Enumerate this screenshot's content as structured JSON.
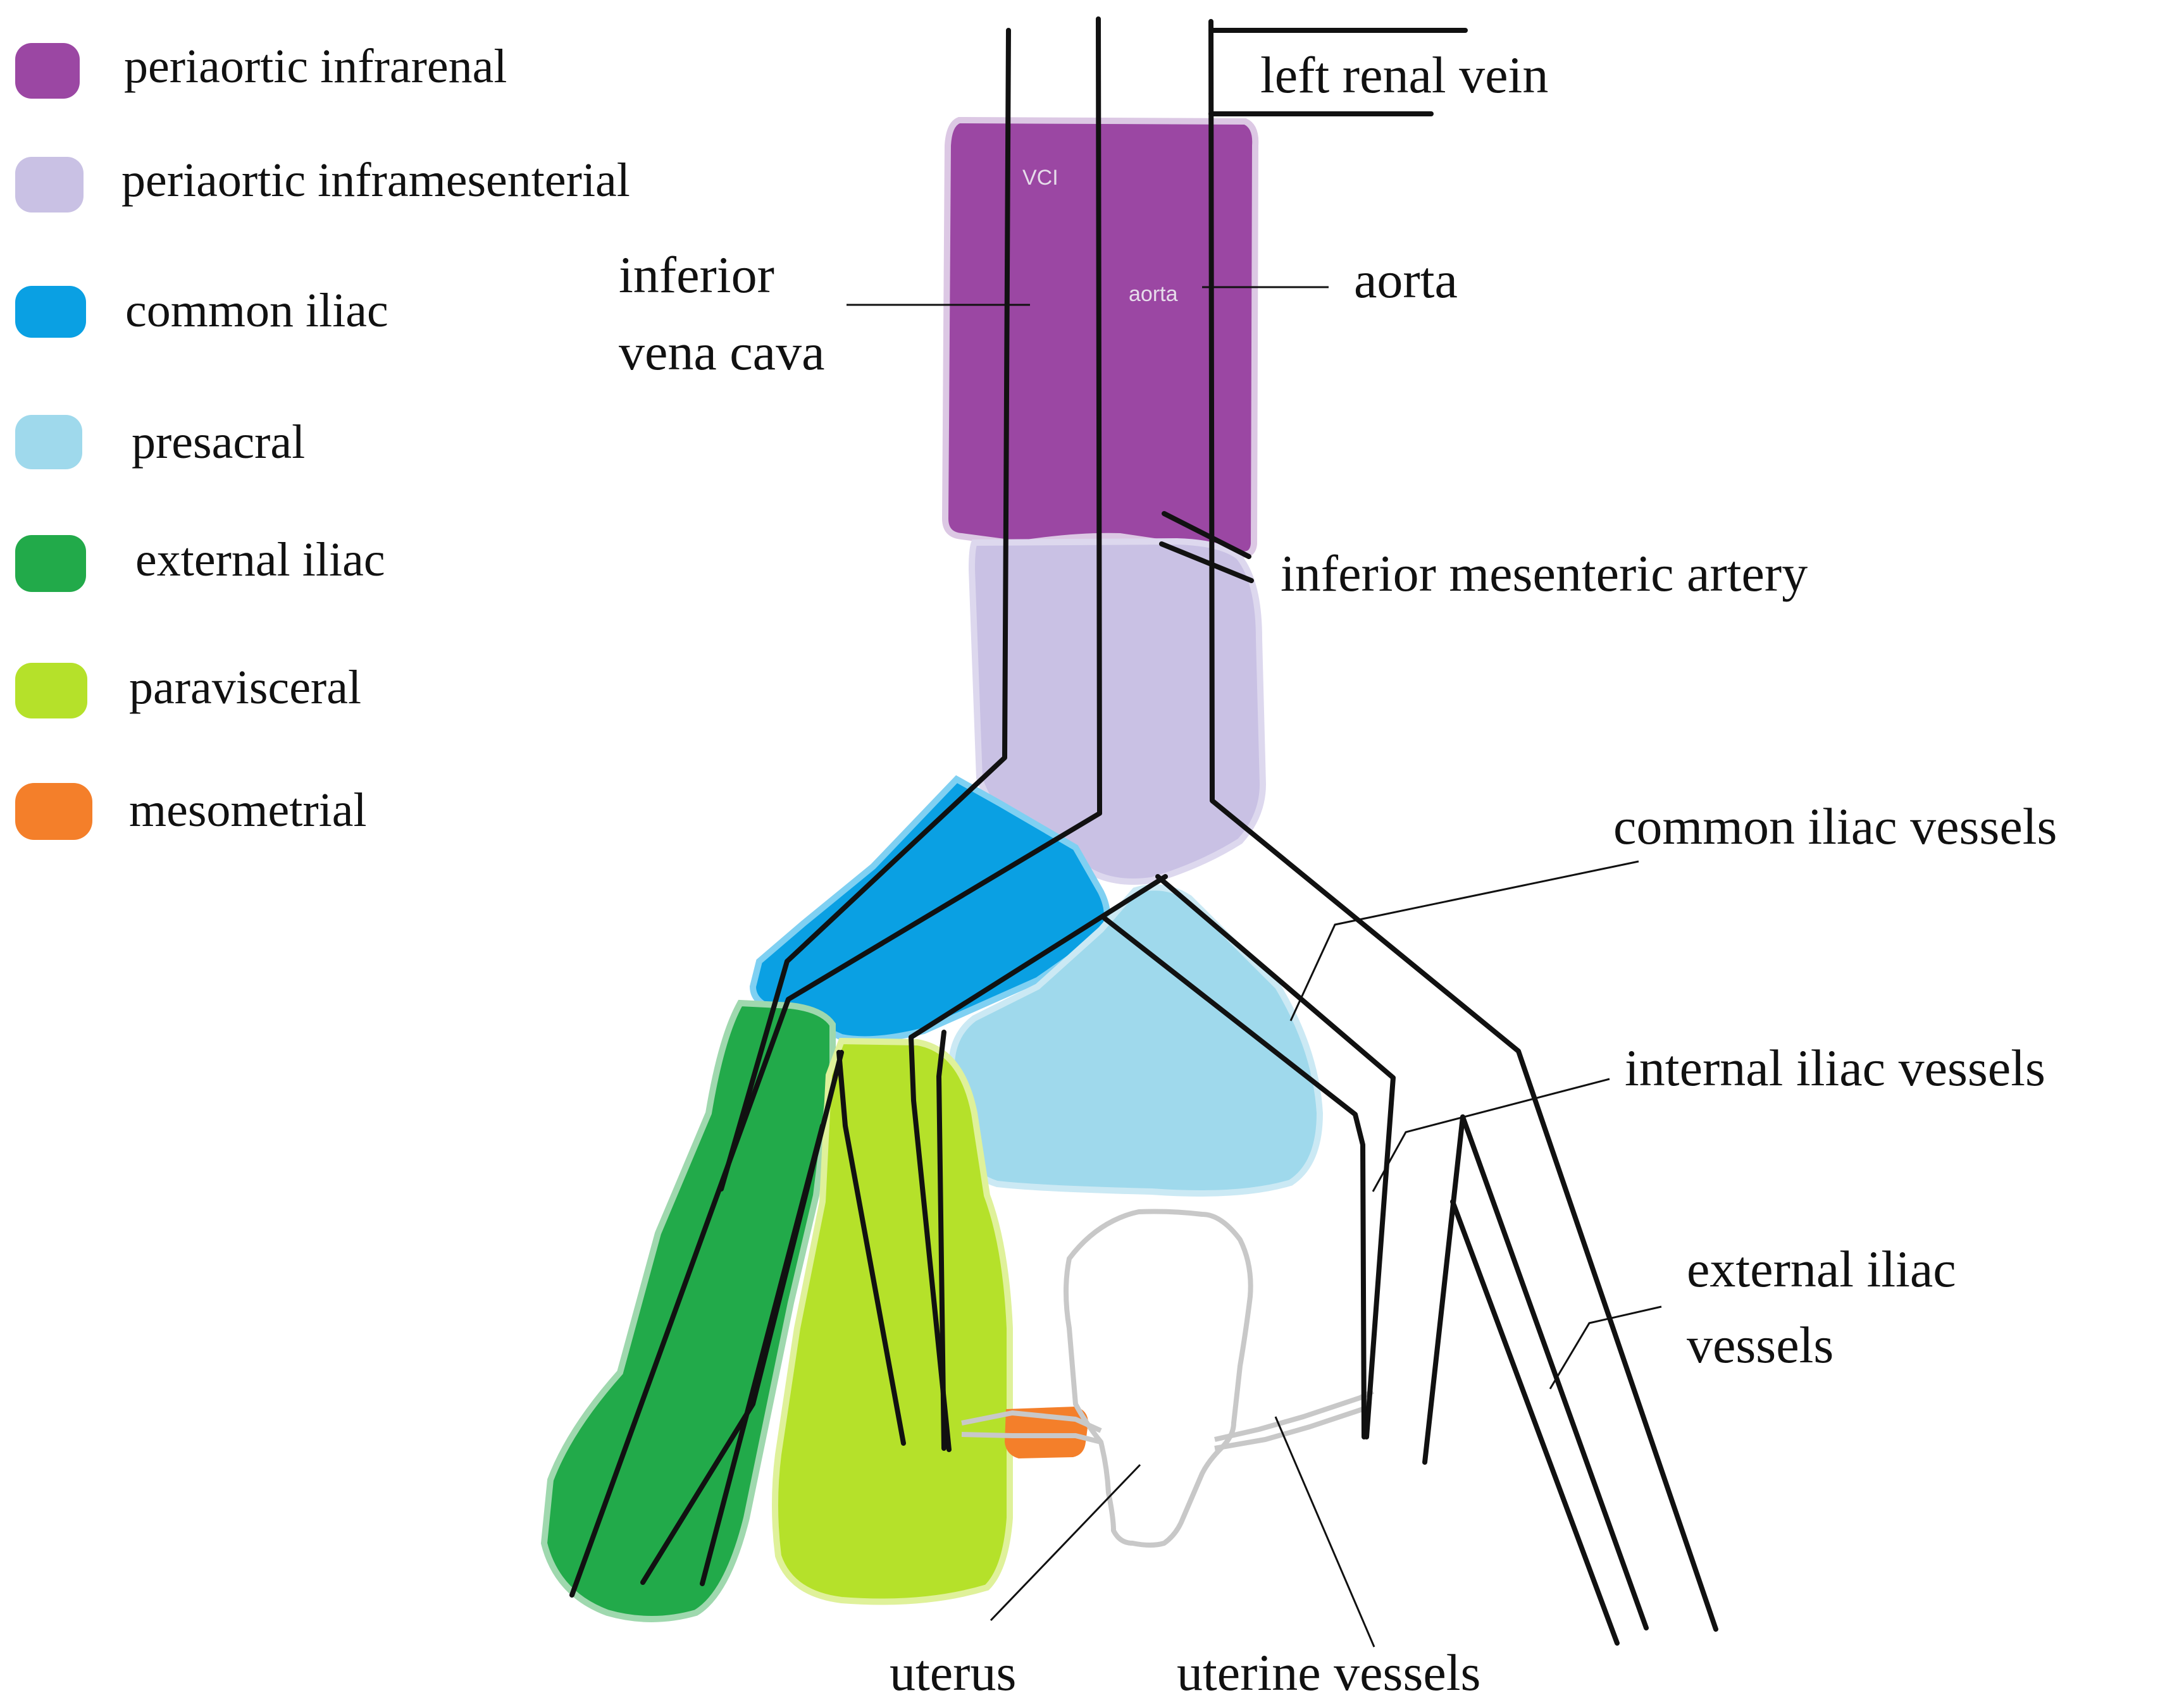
{
  "legend": [
    {
      "label": "periaortic infrarenal",
      "color": "#9b47a3"
    },
    {
      "label": "periaortic inframesenterial",
      "color": "#c9c1e4"
    },
    {
      "label": "common iliac",
      "color": "#0aa0e3"
    },
    {
      "label": "presacral",
      "color": "#9fd9ec"
    },
    {
      "label": "external iliac",
      "color": "#22aa4a"
    },
    {
      "label": "paravisceral",
      "color": "#b5e12a"
    },
    {
      "label": "mesometrial",
      "color": "#f47f2a"
    }
  ],
  "labels": {
    "left_renal_vein": "left renal vein",
    "ivc_line1": "inferior",
    "ivc_line2": "vena cava",
    "aorta": "aorta",
    "ima": "inferior mesenteric artery",
    "common_iliac_vessels": "common iliac vessels",
    "internal_iliac_vessels": "internal iliac vessels",
    "external_iliac_line1": "external iliac",
    "external_iliac_line2": "vessels",
    "uterus": "uterus",
    "uterine_vessels": "uterine vessels"
  },
  "inline_labels": {
    "vci": "VCI",
    "aorta_small": "aorta"
  }
}
